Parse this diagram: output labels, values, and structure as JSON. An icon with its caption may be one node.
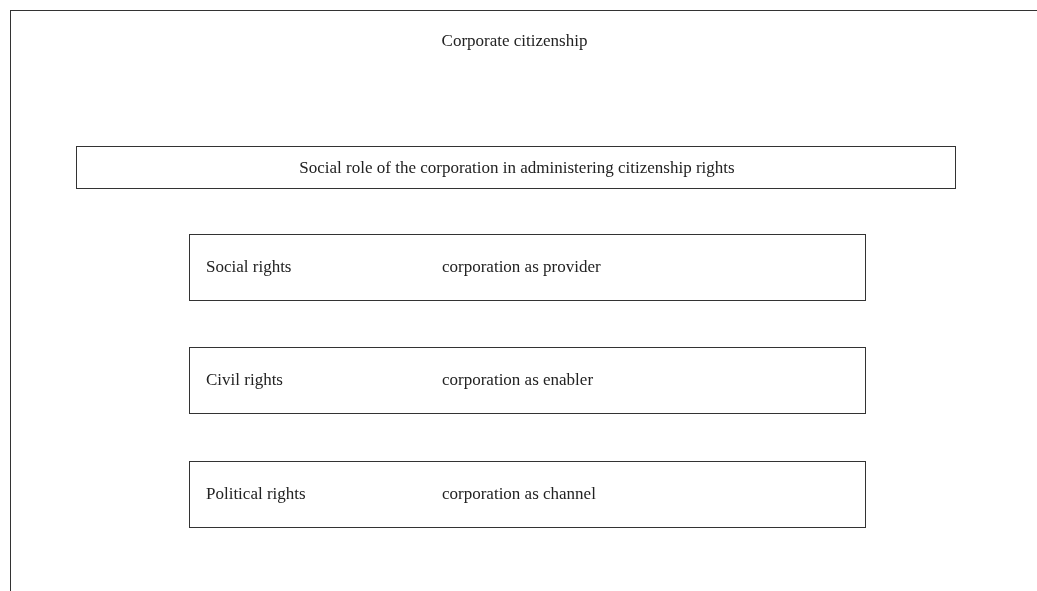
{
  "diagram": {
    "nodes": [
      {
        "text": [
          "Corporate citizenship"
        ]
      },
      {
        "text": [
          "Social role of the corporation in administering citizenship rights"
        ],
        "in": 0
      },
      {
        "text": [
          "Social rights",
          "corporation as provider"
        ],
        "in": 0
      },
      {
        "text": [
          "Civil rights",
          "corporation as enabler"
        ],
        "in": 0
      },
      {
        "text": [
          "Political rights",
          "corporation as channel"
        ],
        "in": 0
      }
    ]
  }
}
